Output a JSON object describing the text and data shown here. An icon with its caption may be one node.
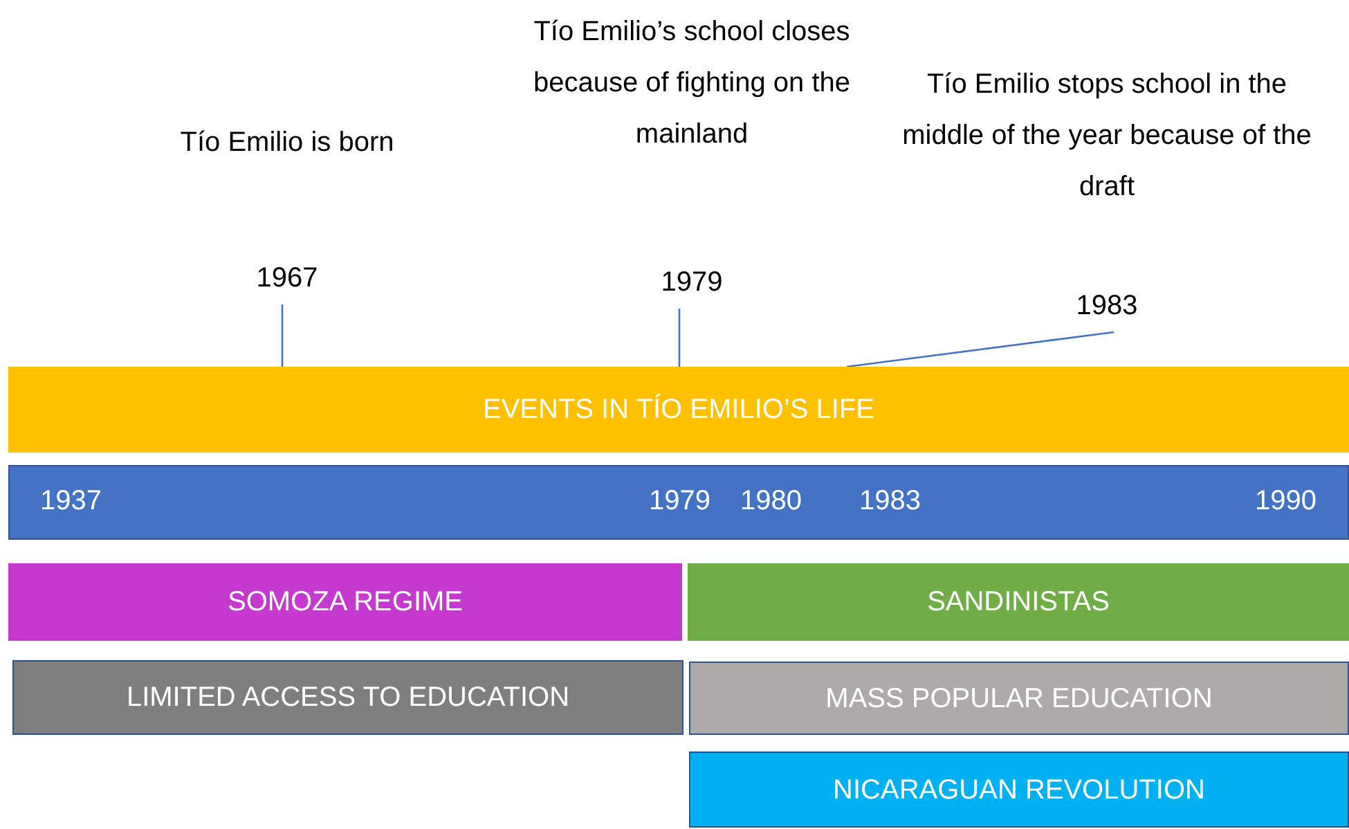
{
  "diagram": {
    "nodes": [
      {
        "text": [
          "Tío Emilio is born",
          "1967"
        ]
      },
      {
        "text": [
          "Tío Emilio’s school closes because of fighting on the mainland",
          "1979"
        ]
      },
      {
        "text": [
          "Tío Emilio stops school in the middle of the year because of the draft",
          "1983"
        ]
      },
      {
        "text": [
          "EVENTS IN TÍO EMILIO’S LIFE"
        ]
      },
      {
        "text": [
          "1937",
          "1979",
          "1980",
          "1983",
          "1990"
        ]
      },
      {
        "text": [
          "SOMOZA REGIME"
        ]
      },
      {
        "text": [
          "SANDINISTAS"
        ]
      },
      {
        "text": [
          "LIMITED ACCESS TO EDUCATION"
        ]
      },
      {
        "text": [
          "MASS POPULAR EDUCATION"
        ]
      },
      {
        "text": [
          "NICARAGUAN REVOLUTION"
        ]
      }
    ],
    "edges": [
      {
        "from": 0,
        "to": 3,
        "arrow": "none"
      },
      {
        "from": 1,
        "to": 3,
        "arrow": "none"
      },
      {
        "from": 2,
        "to": 3,
        "arrow": "none"
      }
    ]
  }
}
